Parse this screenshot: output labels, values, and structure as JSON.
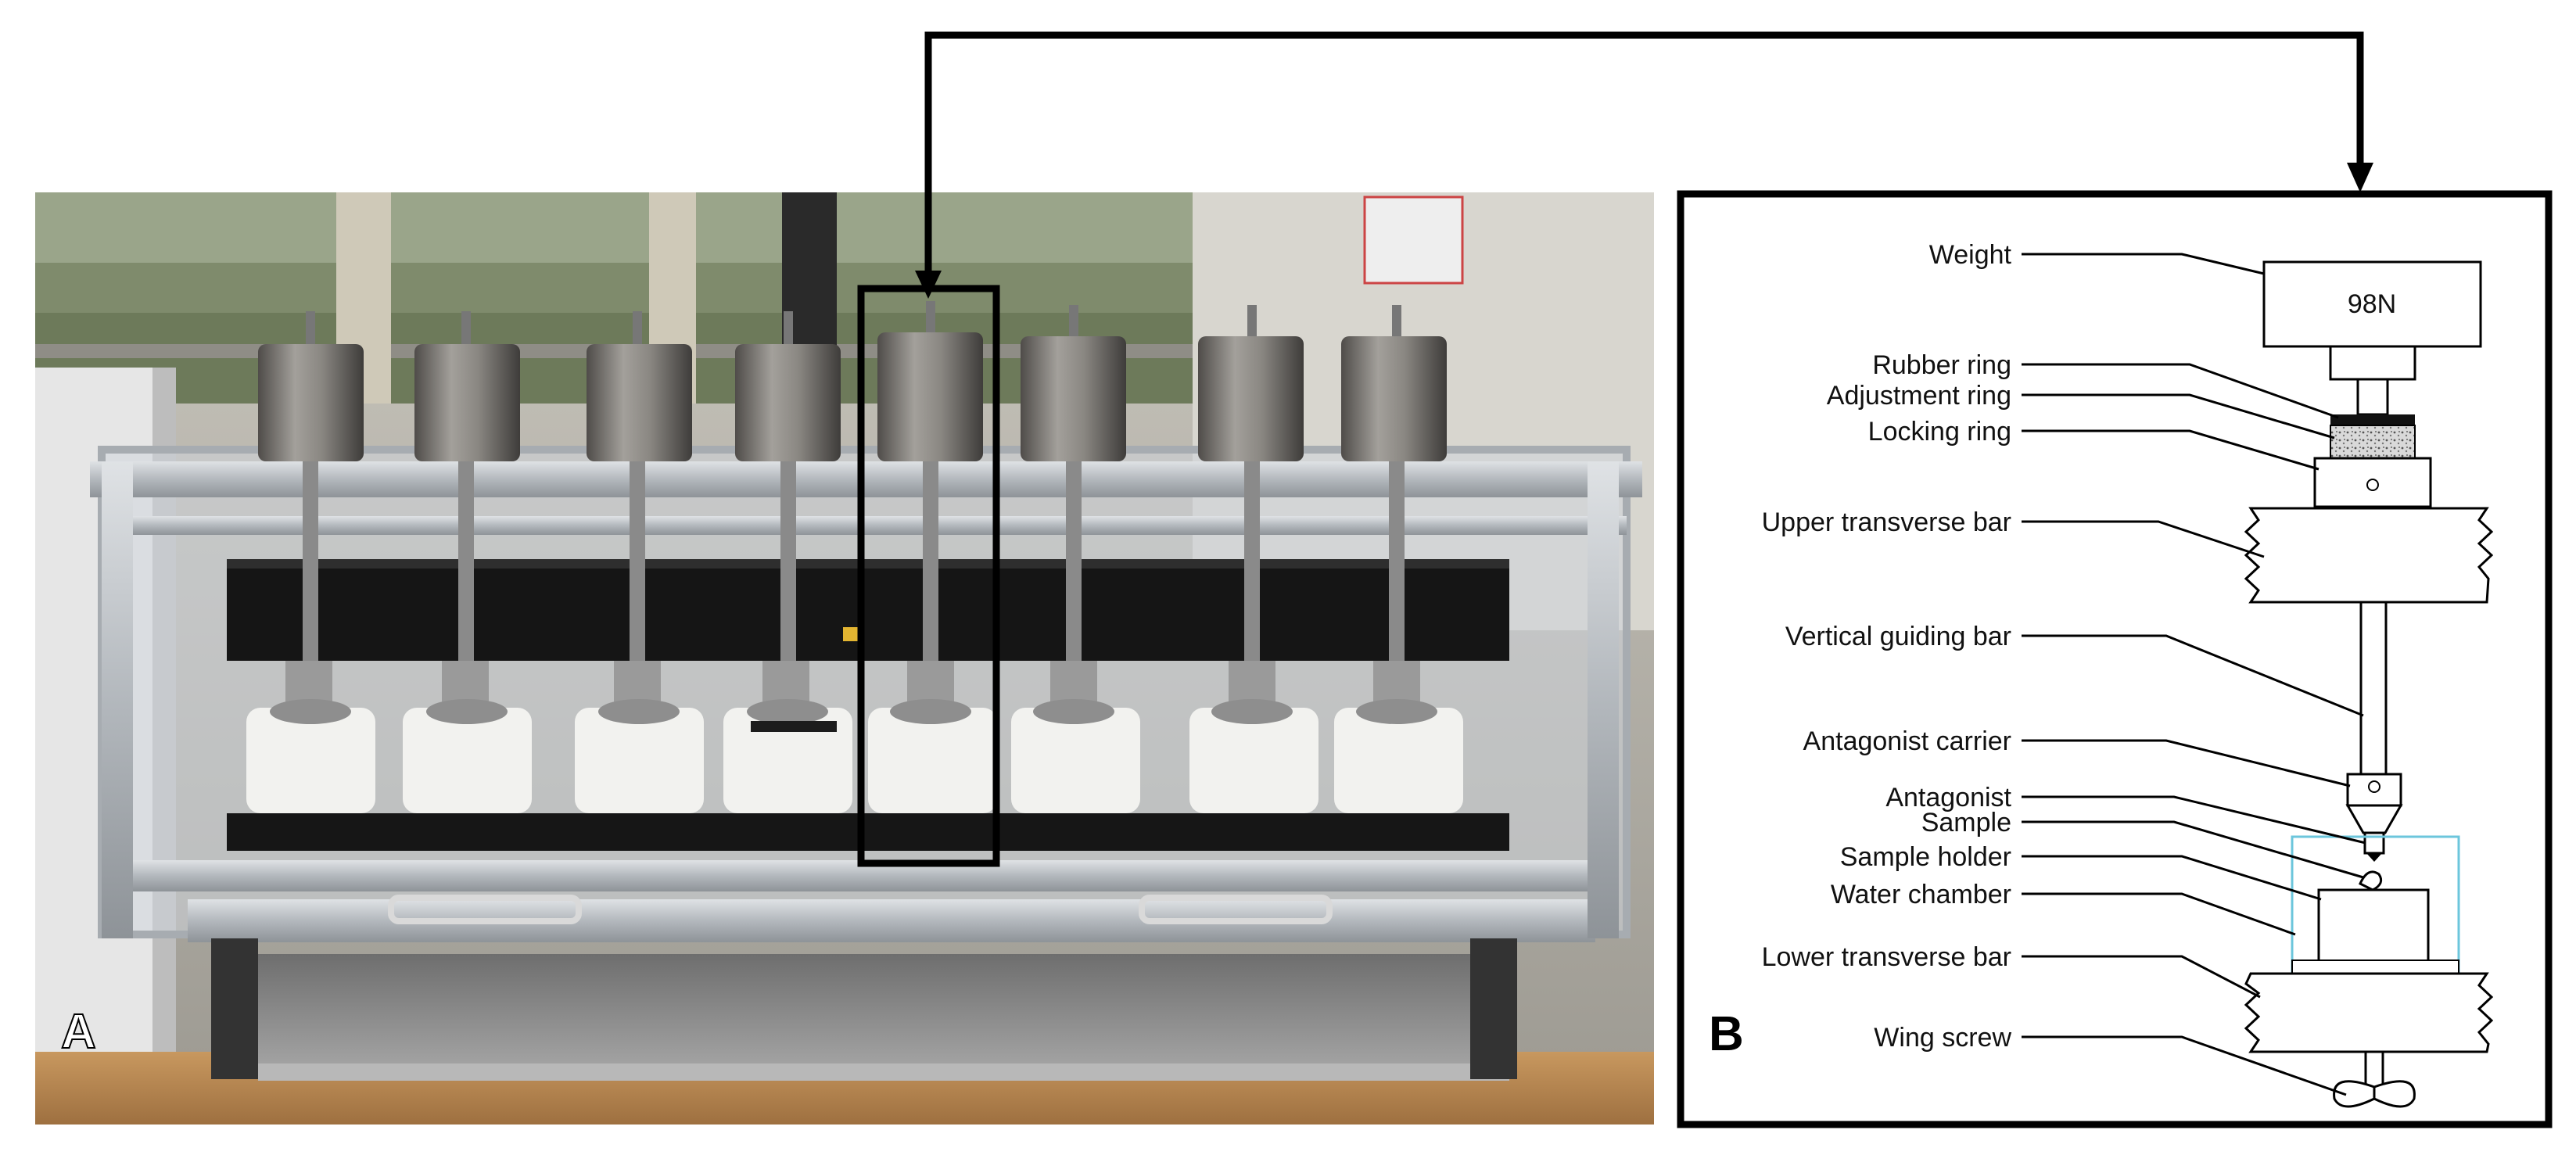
{
  "panels": {
    "photo_letter": "A",
    "schematic_letter": "B"
  },
  "schematic": {
    "weight_value": "98N",
    "labels": [
      "Weight",
      "Rubber ring",
      "Adjustment ring",
      "Locking ring",
      "Upper transverse bar",
      "Vertical guiding bar",
      "Antagonist carrier",
      "Antagonist",
      "Sample",
      "Sample holder",
      "Water chamber",
      "Lower transverse bar",
      "Wing screw"
    ]
  },
  "colors": {
    "frame": "#000000",
    "aluminium": "#b9bec4",
    "weights": "#7d7a76",
    "holders": "#f3f3f1",
    "upper_bar": "#141414",
    "tray": "#8f8f8f",
    "table": "#b98a58",
    "window_trees": "#7c8a6a",
    "water_chamber_outline": "#6cc6dc"
  },
  "icons": [
    "right-angle-arrow-connector"
  ]
}
